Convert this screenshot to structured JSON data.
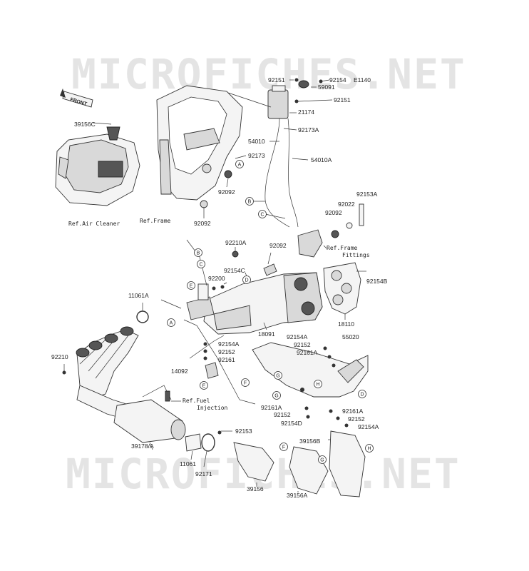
{
  "watermark": "MICROFICHES.NET",
  "front_label": "FRONT",
  "refs": {
    "air_cleaner": "Ref.Air Cleaner",
    "frame": "Ref.Frame",
    "frame_fittings_1": "Ref.Frame",
    "frame_fittings_2": "Fittings",
    "fuel_injection_1": "Ref.Fuel",
    "fuel_injection_2": "Injection"
  },
  "parts": {
    "p92151a": "92151",
    "p92154a": "92154",
    "pE1140": "E1140",
    "p59091": "59091",
    "p92151b": "92151",
    "p21174": "21174",
    "p92173A": "92173A",
    "p54010": "54010",
    "p54010A": "54010A",
    "p39156C": "39156C",
    "p92173": "92173",
    "p92092a": "92092",
    "p92092b": "92092",
    "p92153A": "92153A",
    "p92022": "92022",
    "p92092c": "92092",
    "p92210A": "92210A",
    "p92092d": "92092",
    "p92154C": "92154C",
    "p92200": "92200",
    "p11061A": "11061A",
    "p92154B": "92154B",
    "p18091": "18091",
    "p18110": "18110",
    "p92154Aa": "92154A",
    "p55020": "55020",
    "p92152a": "92152",
    "p92161Aa": "92161A",
    "p92210": "92210",
    "p92154Ab": "92154A",
    "p92152b": "92152",
    "p92161": "92161",
    "p14092": "14092",
    "p92161Ab": "92161A",
    "p92161Ac": "92161A",
    "p92152c": "92152",
    "p92152d": "92152",
    "p92154D": "92154D",
    "p92154Ac": "92154A",
    "p92153": "92153",
    "p39178A": "39178/A",
    "p39156B": "39156B",
    "p11061": "11061",
    "p92171": "92171",
    "p39156": "39156",
    "p39156A": "39156A"
  },
  "callouts": {
    "A1": "A",
    "A2": "A",
    "B1": "B",
    "B2": "B",
    "C1": "C",
    "C2": "C",
    "D1": "D",
    "D2": "D",
    "E1": "E",
    "E2": "E",
    "F1": "F",
    "F2": "F",
    "G1": "G",
    "G2": "G",
    "H1": "H",
    "H2": "H"
  }
}
